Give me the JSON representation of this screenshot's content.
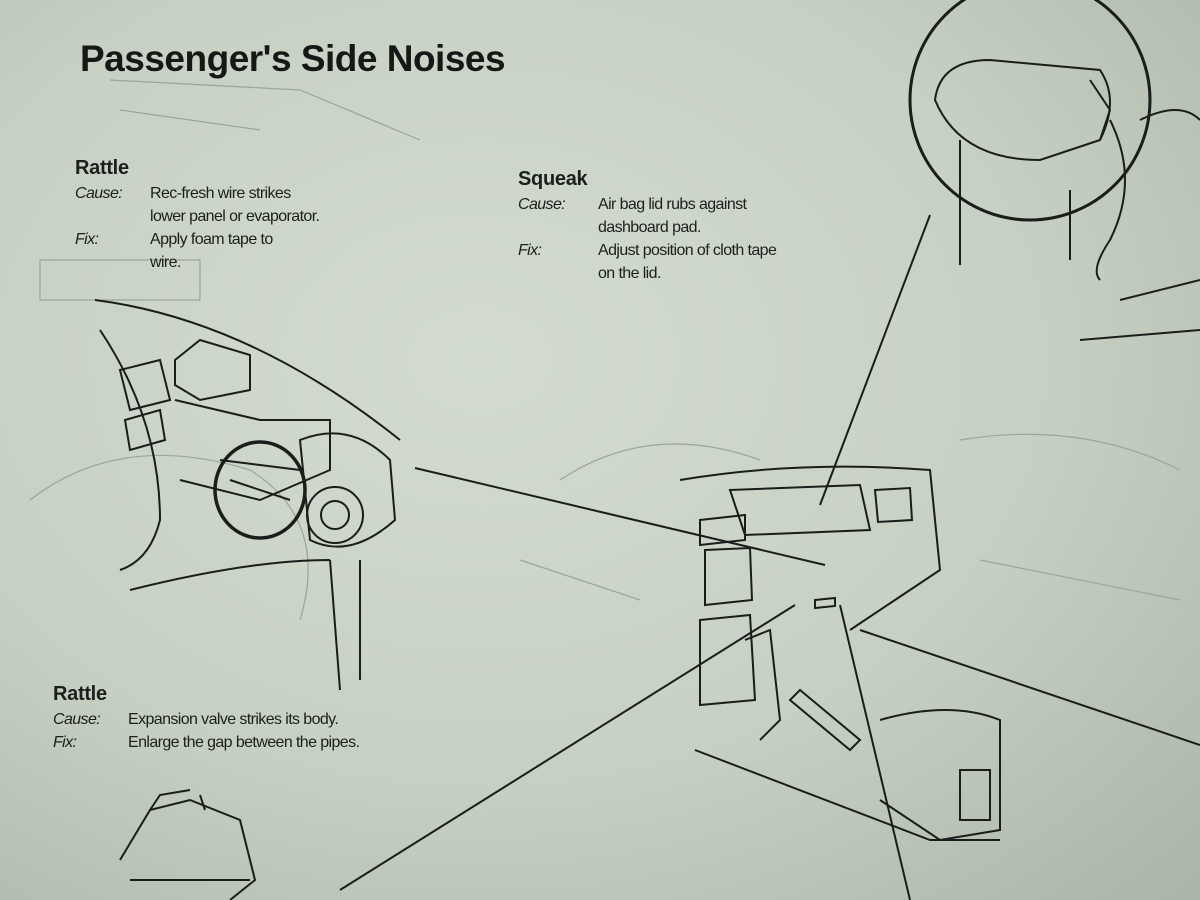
{
  "page_title": "Passenger's Side Noises",
  "sections": [
    {
      "heading": "Rattle",
      "cause_label": "Cause:",
      "cause": "Rec-fresh wire strikes\nlower panel or evaporator.",
      "fix_label": "Fix:",
      "fix": "Apply foam tape to\nwire."
    },
    {
      "heading": "Squeak",
      "cause_label": "Cause:",
      "cause": "Air bag lid rubs against\ndashboard pad.",
      "fix_label": "Fix:",
      "fix": "Adjust position of cloth tape\non the lid."
    },
    {
      "heading": "Rattle",
      "cause_label": "Cause:",
      "cause": "Expansion valve strikes its body.",
      "fix_label": "Fix:",
      "fix": "Enlarge the gap between the pipes."
    }
  ]
}
